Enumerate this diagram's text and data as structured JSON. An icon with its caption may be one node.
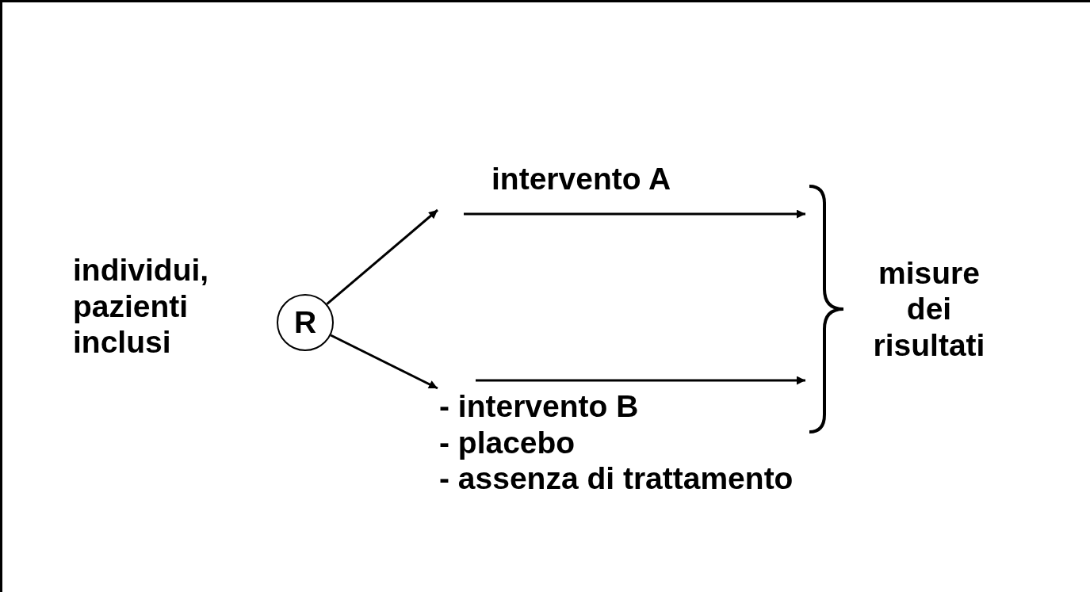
{
  "diagram": {
    "nodes": [
      {
        "text": [
          "individui, pazienti inclusi"
        ]
      },
      {
        "text": [
          "R"
        ]
      },
      {
        "text": [
          "intervento A"
        ]
      },
      {
        "text": [
          "- intervento B",
          "- placebo",
          "- assenza di trattamento"
        ]
      },
      {
        "text": [
          "misure dei risultati"
        ]
      }
    ],
    "edges": [
      {
        "from": 1,
        "to": 2,
        "arrow": "to"
      },
      {
        "from": 1,
        "to": 3,
        "arrow": "to"
      },
      {
        "from": 2,
        "to": 4,
        "arrow": "to"
      },
      {
        "from": 3,
        "to": 4,
        "arrow": "to"
      }
    ]
  }
}
